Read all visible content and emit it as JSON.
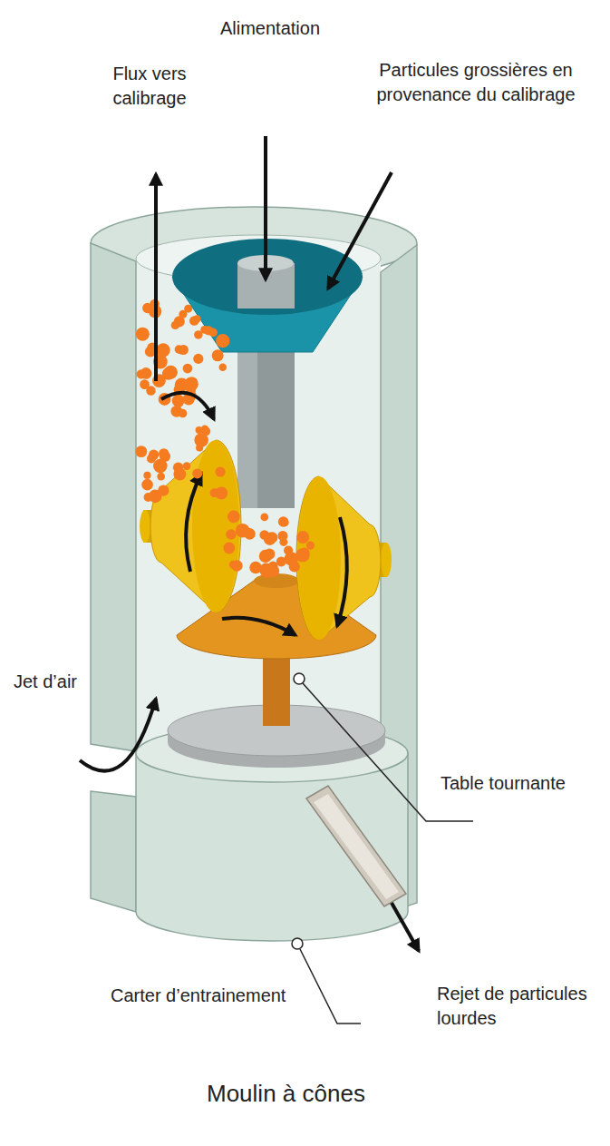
{
  "diagram": {
    "caption": "Moulin à cônes",
    "labels": [
      "Alimentation",
      "Flux vers calibrage",
      "Particules grossières en provenance du calibrage",
      "Jet d’air",
      "Table tournante",
      "Carter d’entrainement",
      "Rejet de particules lourdes"
    ]
  }
}
